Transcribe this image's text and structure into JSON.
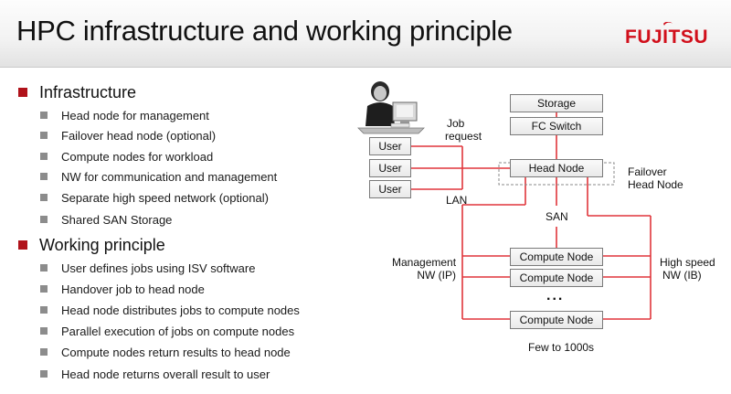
{
  "title": "HPC infrastructure and working principle",
  "logo_text": "FUJITSU",
  "colors": {
    "accent": "#b0121a",
    "line": "#e0353b",
    "bullet2": "#8c8c8c"
  },
  "sections": [
    {
      "heading": "Infrastructure",
      "items": [
        "Head node for management",
        "Failover head node (optional)",
        "Compute nodes for workload",
        "NW for communication and management",
        "Separate high speed network (optional)",
        "Shared SAN Storage"
      ]
    },
    {
      "heading": "Working principle",
      "items": [
        "User defines jobs using ISV software",
        "Handover job to head node",
        "Head node distributes jobs to compute nodes",
        "Parallel execution of jobs on compute nodes",
        "Compute nodes return results to head node",
        "Head node returns overall result to user"
      ]
    }
  ],
  "diagram": {
    "storage": "Storage",
    "fc_switch": "FC Switch",
    "head_node": "Head Node",
    "user": "User",
    "compute_node": "Compute Node",
    "job_request_line1": "Job",
    "job_request_line2": "request",
    "lan": "LAN",
    "san": "SAN",
    "failover_line1": "Failover",
    "failover_line2": "Head Node",
    "mgmt_line1": "Management",
    "mgmt_line2": "NW (IP)",
    "highspeed_line1": "High speed",
    "highspeed_line2": "NW (IB)",
    "ellipsis": "...",
    "few_to": "Few to 1000s"
  }
}
